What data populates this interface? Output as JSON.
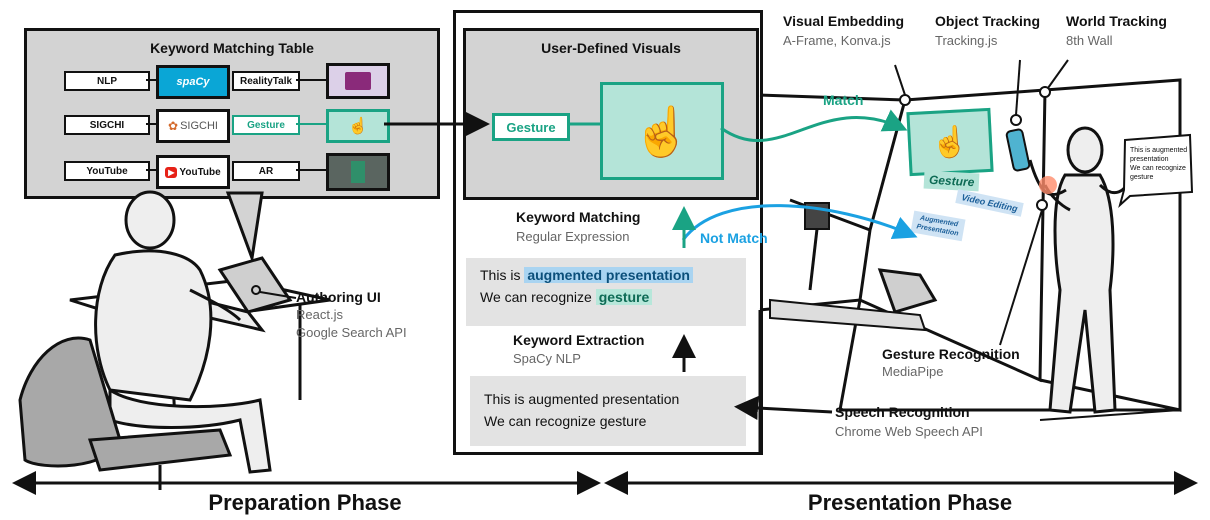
{
  "colors": {
    "teal": "#1aa384",
    "blue": "#1ba1e2",
    "panel_gray": "#d3d3d3",
    "text_gray": "#e3e3e3"
  },
  "prep": {
    "table_title": "Keyword Matching Table",
    "rows": [
      {
        "keyword": "NLP",
        "thumb": "spaCy"
      },
      {
        "keyword": "RealityTalk",
        "thumb": ""
      },
      {
        "keyword": "SIGCHI",
        "thumb": "SIGCHI"
      },
      {
        "keyword": "Gesture",
        "thumb": ""
      },
      {
        "keyword": "YouTube",
        "thumb": "YouTube"
      },
      {
        "keyword": "AR",
        "thumb": ""
      }
    ],
    "authoring_title": "Authoring UI",
    "authoring_line1": "React.js",
    "authoring_line2": "Google Search API"
  },
  "center": {
    "visuals_title": "User-Defined Visuals",
    "gesture_label": "Gesture",
    "km_title": "Keyword Matching",
    "km_sub": "Regular Expression",
    "aug_line1_prefix": "This is",
    "aug_line1_highlight": "augmented presentation",
    "aug_line2_prefix": "We can recognize",
    "aug_line2_highlight": "gesture",
    "ke_title": "Keyword Extraction",
    "ke_sub": "SpaCy NLP",
    "raw_line1": "This is augmented presentation",
    "raw_line2": "We can recognize gesture"
  },
  "right": {
    "visual_title": "Visual Embedding",
    "visual_sub": "A-Frame, Konva.js",
    "object_title": "Object Tracking",
    "object_sub": "Tracking.js",
    "world_title": "World Tracking",
    "world_sub": "8th Wall",
    "match": "Match",
    "not_match": "Not Match",
    "gesture_tag": "Gesture",
    "video_tag": "Video Editing",
    "aug_tag1": "Augmented",
    "aug_tag2": "Presentation",
    "bubble1": "This is augmented",
    "bubble2": "presentation",
    "bubble3": "We can recognize gesture",
    "gr_title": "Gesture Recognition",
    "gr_sub": "MediaPipe",
    "sr_title": "Speech Recognition",
    "sr_sub": "Chrome Web Speech API"
  },
  "phases": {
    "prep": "Preparation Phase",
    "pres": "Presentation Phase"
  }
}
